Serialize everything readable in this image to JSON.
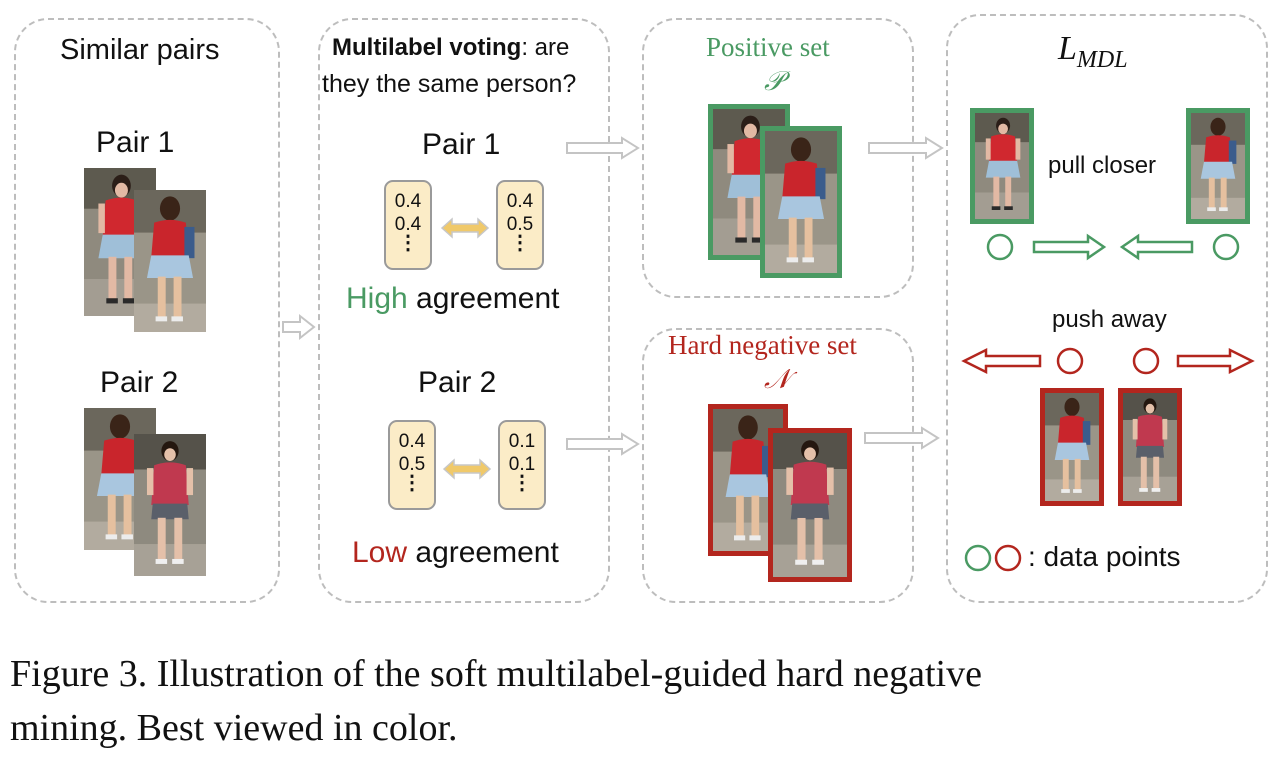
{
  "panel1": {
    "title": "Similar pairs",
    "pair1_label": "Pair 1",
    "pair2_label": "Pair 2"
  },
  "panel2": {
    "question_bold": "Multilabel voting",
    "question_rest_line1": ": are",
    "question_line2": "they the same person?",
    "pair1_label": "Pair 1",
    "pair2_label": "Pair 2",
    "pair1_left_values": [
      "0.4",
      "0.4"
    ],
    "pair1_right_values": [
      "0.4",
      "0.5"
    ],
    "pair2_left_values": [
      "0.4",
      "0.5"
    ],
    "pair2_right_values": [
      "0.1",
      "0.1"
    ],
    "ellipsis": "⋮",
    "high_word": "High",
    "low_word": "Low",
    "agreement_word": " agreement"
  },
  "positive_set": {
    "title": "Positive set",
    "symbol": "𝒫"
  },
  "negative_set": {
    "title": "Hard negative set",
    "symbol": "𝒩"
  },
  "loss_panel": {
    "title_main": "L",
    "title_sub": "MDL",
    "pull_label": "pull closer",
    "push_label": "push away",
    "legend_label": ": data points"
  },
  "colors": {
    "positive": "#4a9a63",
    "negative": "#b3261e",
    "arrow_gray": "#c4c4c4",
    "vector_fill": "#fbecc7",
    "double_arrow": "#f0c96a"
  },
  "caption": {
    "line1": "Figure 3. Illustration of the soft multilabel-guided hard negative",
    "line2": "mining. Best viewed in color."
  }
}
